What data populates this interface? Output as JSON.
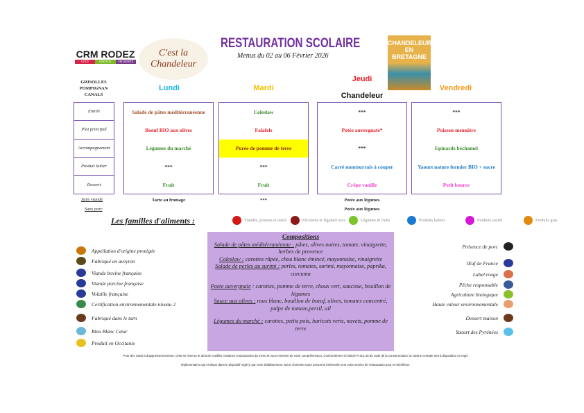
{
  "header": {
    "title": "RESTAURATION SCOLAIRE",
    "subtitle": "Menus du 02 au 06 Février 2026",
    "brand": "CRM RODEZ",
    "brand_tags": [
      "GOÛT",
      "PARTAGE",
      "PROXIMITÉ"
    ],
    "event_logo": "C'est la Chandeleur",
    "poster": "CHANDELEUR EN BRETAGNE",
    "schools": [
      "GRISOLLES",
      "POMPIGNAN",
      "CANALS"
    ]
  },
  "days": [
    {
      "name": "Lundi",
      "color": "#1fb6e8",
      "items": [
        "Salade de pâtes méditérranéenne",
        "Boeuf BIO aux olives",
        "Légumes du marché",
        "***",
        "Fruit"
      ],
      "colors": [
        "#a0522d",
        "#e8202a",
        "#3a8a2a",
        "#333",
        "#3a8a2a"
      ],
      "sans_viande": "Tarte au fromage",
      "sans_porc": ""
    },
    {
      "name": "Mardi",
      "color": "#f2c200",
      "items": [
        "Coleslaw",
        "Falafels",
        "Purée de pomme de terre",
        "***",
        "Fruit"
      ],
      "colors": [
        "#3a8a2a",
        "#e8202a",
        "#8b2a00",
        "#333",
        "#3a8a2a"
      ],
      "sans_viande": "***",
      "sans_porc": ""
    },
    {
      "name": "Jeudi",
      "subtitle": "Chandeleur",
      "color": "#e8202a",
      "items": [
        "***",
        "Potée auvergnate*",
        "***",
        "Carré montsurrais à couper",
        "Crêpe vanille"
      ],
      "colors": [
        "#333",
        "#e8202a",
        "#333",
        "#1a78c8",
        "#f03cc8"
      ],
      "sans_viande": "Potée aux légumes",
      "sans_porc": "Potée aux légumes"
    },
    {
      "name": "Vendredi",
      "color": "#f59a1a",
      "items": [
        "***",
        "Poisson meunière",
        "Epinards béchamel",
        "Yaourt nature fermier BIO + sucre",
        "Petit beurre"
      ],
      "colors": [
        "#333",
        "#e8202a",
        "#3a8a2a",
        "#1a78c8",
        "#f03cc8"
      ],
      "sans_viande": "",
      "sans_porc": ""
    }
  ],
  "row_labels": [
    "Entrée",
    "Plat principal",
    "Accompagnement",
    "Produit laitier",
    "Dessert"
  ],
  "alt_labels": {
    "sans_viande": "Sans viande",
    "sans_porc": "Sans porc"
  },
  "families": {
    "title": "Les familles d'aliments :",
    "items": [
      {
        "label": "Viandes, poisson et oeufs",
        "color": "#d41818"
      },
      {
        "label": "Féculents et légumes secs",
        "color": "#8b1a1a"
      },
      {
        "label": "Légumes & fruits",
        "color": "#7cc42a"
      },
      {
        "label": "Produits laitiers",
        "color": "#1a7ad4"
      },
      {
        "label": "Produits sucrés",
        "color": "#d41ad4"
      },
      {
        "label": "Produits gras",
        "color": "#e08a10"
      }
    ]
  },
  "compositions": {
    "title": "Compositions",
    "entries": [
      {
        "name": "Salade de pâtes méditérranéenne :",
        "text": " pâtes, olives noires, tomate, vinaigrette, herbes de provence"
      },
      {
        "name": "Coleslaw :",
        "text": " carottes râpée, chou blanc émincé, mayonnaise, vinaigrette"
      },
      {
        "name": "Salade de perles au surimi :",
        "text": " perles, tomates, surimi, mayonnaise, paprika, curcuma"
      },
      {
        "name": "Potée auvergnale",
        "text": " : carottes, pomme de terre, choux vert, saucisse, bouillon de légumes"
      },
      {
        "name": "Sauce aux olives :",
        "text": " roux blanc, bouillon de boeuf, olives, tomates concentré, pulpe de tomate,persil, ail"
      },
      {
        "name": "Légumes du marché :",
        "text": " carottes, petits pois, haricots verts, navets, pomme de terre"
      }
    ]
  },
  "legend_left": [
    {
      "label": "Appellation d'origine protégée",
      "icon": "aop-icon",
      "color": "#c8780a"
    },
    {
      "label": "Fabriqué en aveyron",
      "icon": "aveyron-icon",
      "color": "#5a4a1a"
    },
    {
      "label": "Viande bovine française",
      "icon": "french-beef-icon",
      "color": "#2a3a9a"
    },
    {
      "label": "Viande porcine française",
      "icon": "french-pork-icon",
      "color": "#2a3a9a"
    },
    {
      "label": "Volaille française",
      "icon": "french-poultry-icon",
      "color": "#2a3a9a"
    },
    {
      "label": "Certification environnementale niveau 2",
      "icon": "hve2-icon",
      "color": "#3a8a4a"
    },
    {
      "label": "Fabriqué dans le tarn",
      "icon": "tarn-icon",
      "color": "#6a3a1a"
    },
    {
      "label": "Bleu Blanc Cœur",
      "icon": "bbc-icon",
      "color": "#6ab8d8"
    },
    {
      "label": "Produit en Occitanie",
      "icon": "occitanie-icon",
      "color": "#e8c020"
    }
  ],
  "legend_right": [
    {
      "label": "Présence de porc",
      "icon": "pork-icon",
      "color": "#222"
    },
    {
      "label": "Œuf de France",
      "icon": "egg-france-icon",
      "color": "#2a3a9a"
    },
    {
      "label": "Label rouge",
      "icon": "label-rouge-icon",
      "color": "#d8704a"
    },
    {
      "label": "Pêche responsable",
      "icon": "msc-icon",
      "color": "#3a5a9a"
    },
    {
      "label": "Agriculture biologique",
      "icon": "bio-icon",
      "color": "#8ac02a"
    },
    {
      "label": "Haute valeur environnementale",
      "icon": "hve-icon",
      "color": "#e8a070"
    },
    {
      "label": "Dessert maison",
      "icon": "dessert-icon",
      "color": "#6a3a1a"
    },
    {
      "label": "Yaourt des Pyrénées",
      "icon": "yaourt-icon",
      "color": "#5ac0e8"
    }
  ],
  "footer": [
    "Pour des raisons d'approvisionnement, CRM se réserve le droit de modifier certaines composantes du menu et vous remercie de votre compréhension. Conformément à l'article R 412-15 du code de la consommation, la cuisine centrale met à disposition un regis",
    "réglementaires qui s'intègre dans le dispositif réglé yi par votre établissement. Merci d'orienter toute personne intéressée vers votre service de restauration pour en bénéficier."
  ]
}
